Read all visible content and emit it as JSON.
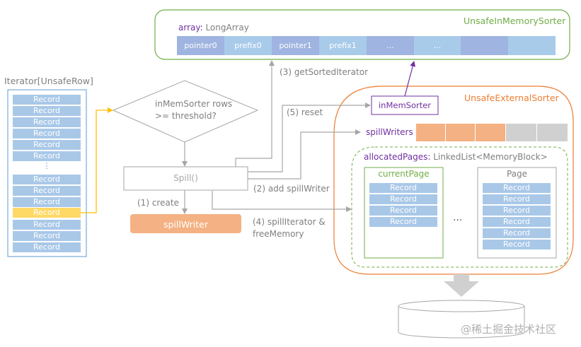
{
  "in_memory_sorter": {
    "title": "UnsafeInMemorySorter",
    "array_label_key": "array:",
    "array_label_type": " LongArray",
    "cells": [
      "pointer0",
      "prefix0",
      "pointer1",
      "prefix1",
      "...",
      "...",
      "",
      ""
    ]
  },
  "iterator": {
    "title": "Iterator[UnsafeRow]",
    "records_top": [
      "Record",
      "Record",
      "Record",
      "Record",
      "Record",
      "Record"
    ],
    "ellipsis": "⋮",
    "records_bottom": [
      "Record",
      "Record",
      "Record",
      "Record",
      "Record",
      "Record",
      "Record"
    ],
    "highlighted_index": 3
  },
  "flow": {
    "decision_line1": "inMemSorter rows",
    "decision_line2": ">= threshold?",
    "spill": "Spill()",
    "spill_writer": "spillWriter",
    "step1": "(1) create",
    "step2": "(2) add spillWriter",
    "step3": "(3) getSortedIterator",
    "step4_line1": "(4) spillIterator &",
    "step4_line2": "freeMemory",
    "step5": "(5) reset"
  },
  "external_sorter": {
    "title": "UnsafeExternalSorter",
    "in_mem_sorter": "inMemSorter",
    "spill_writers_label": "spillWriters",
    "spill_writers_filled": 3,
    "spill_writers_total": 5,
    "allocated_pages_key": "allocatedPages:",
    "allocated_pages_type": " LinkedList<MemoryBlock>",
    "current_page": {
      "title": "currentPage",
      "records": [
        "Record",
        "Record",
        "Record",
        "Record"
      ]
    },
    "between_pages": "...",
    "page": {
      "title": "Page",
      "records": [
        "Record",
        "Record",
        "Record",
        "Record",
        "Record",
        "Record"
      ]
    }
  },
  "watermark": "@稀土掘金技术社区",
  "colors": {
    "green": "#70ad47",
    "orange": "#ed7d31",
    "purple": "#7030a0",
    "record_blue": "#a9c8e8",
    "highlight": "#ffd966",
    "spill_orange": "#f4b183",
    "gray": "#a6a6a6"
  }
}
